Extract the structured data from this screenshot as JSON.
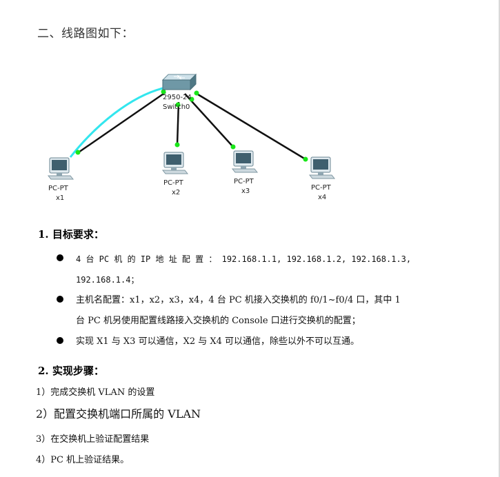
{
  "heading": "二、线路图如下：",
  "topology": {
    "switch": {
      "model": "2950-24",
      "name": "Switch0"
    },
    "pcs": [
      {
        "type": "PC-PT",
        "name": "x1"
      },
      {
        "type": "PC-PT",
        "name": "x2"
      },
      {
        "type": "PC-PT",
        "name": "x3"
      },
      {
        "type": "PC-PT",
        "name": "x4"
      }
    ],
    "colors": {
      "copper": "#111111",
      "console": "#33e6ee",
      "link_up": "#19e619"
    }
  },
  "section1": {
    "title": "1.   目标要求：",
    "bullets": [
      {
        "text_a": "4 台 PC 机 的 IP 地 址 配 置 ： 192.168.1.1,  192.168.1.2,  192.168.1.3,",
        "text_b": "192.168.1.4；"
      },
      {
        "text_a": "主机名配置：x1，x2，x3，x4，4 台 PC 机接入交换机的 f0/1~f0/4 口，其中 1",
        "text_b": "台 PC 机另使用配置线路接入交换机的 Console 口进行交换机的配置；"
      },
      {
        "text_a": "实现 X1 与 X3 可以通信，X2 与 X4 可以通信，除些以外不可以互通。",
        "text_b": ""
      }
    ]
  },
  "section2": {
    "title": "2.   实现步骤：",
    "steps": [
      "1）完成交换机 VLAN 的设置",
      "2）配置交换机端口所属的 VLAN",
      "3）在交换机上验证配置结果",
      "4）PC 机上验证结果。"
    ]
  }
}
